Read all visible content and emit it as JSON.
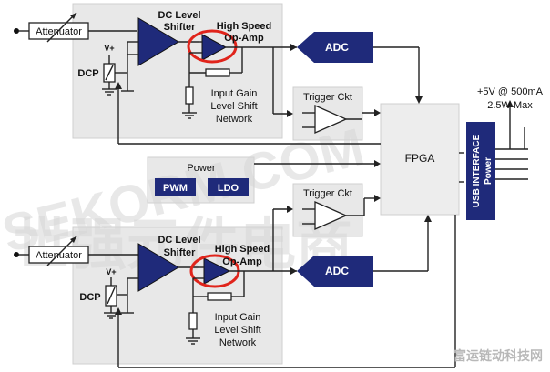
{
  "channel_top": {
    "attenuator": "Attenuator",
    "shifter_line1": "DC Level",
    "shifter_line2": "Shifter",
    "opamp_line1": "High Speed",
    "opamp_line2": "Op-Amp",
    "dcp": "DCP",
    "vplus": "V+",
    "gain_line1": "Input Gain",
    "gain_line2": "Level Shift",
    "gain_line3": "Network",
    "adc": "ADC",
    "trigger": "Trigger Ckt"
  },
  "channel_bottom": {
    "attenuator": "Attenuator",
    "shifter_line1": "DC Level",
    "shifter_line2": "Shifter",
    "opamp_line1": "High Speed",
    "opamp_line2": "Op-Amp",
    "dcp": "DCP",
    "vplus": "V+",
    "gain_line1": "Input Gain",
    "gain_line2": "Level Shift",
    "gain_line3": "Network",
    "adc": "ADC",
    "trigger": "Trigger Ckt"
  },
  "power": {
    "title": "Power",
    "pwm": "PWM",
    "ldo": "LDO"
  },
  "fpga": "FPGA",
  "usb": {
    "line1": "USB INTERFACE",
    "line2": "Power"
  },
  "supply": {
    "line1": "+5V @ 500mA",
    "line2": "2.5W Max"
  },
  "watermarks": {
    "brand": "SEKORM.COM",
    "cn": "世强元件电商",
    "corner": "富运链动科技网"
  },
  "colors": {
    "navy": "#1f2a7a",
    "panel": "#e8e8e8",
    "highlight": "#e0241b"
  }
}
